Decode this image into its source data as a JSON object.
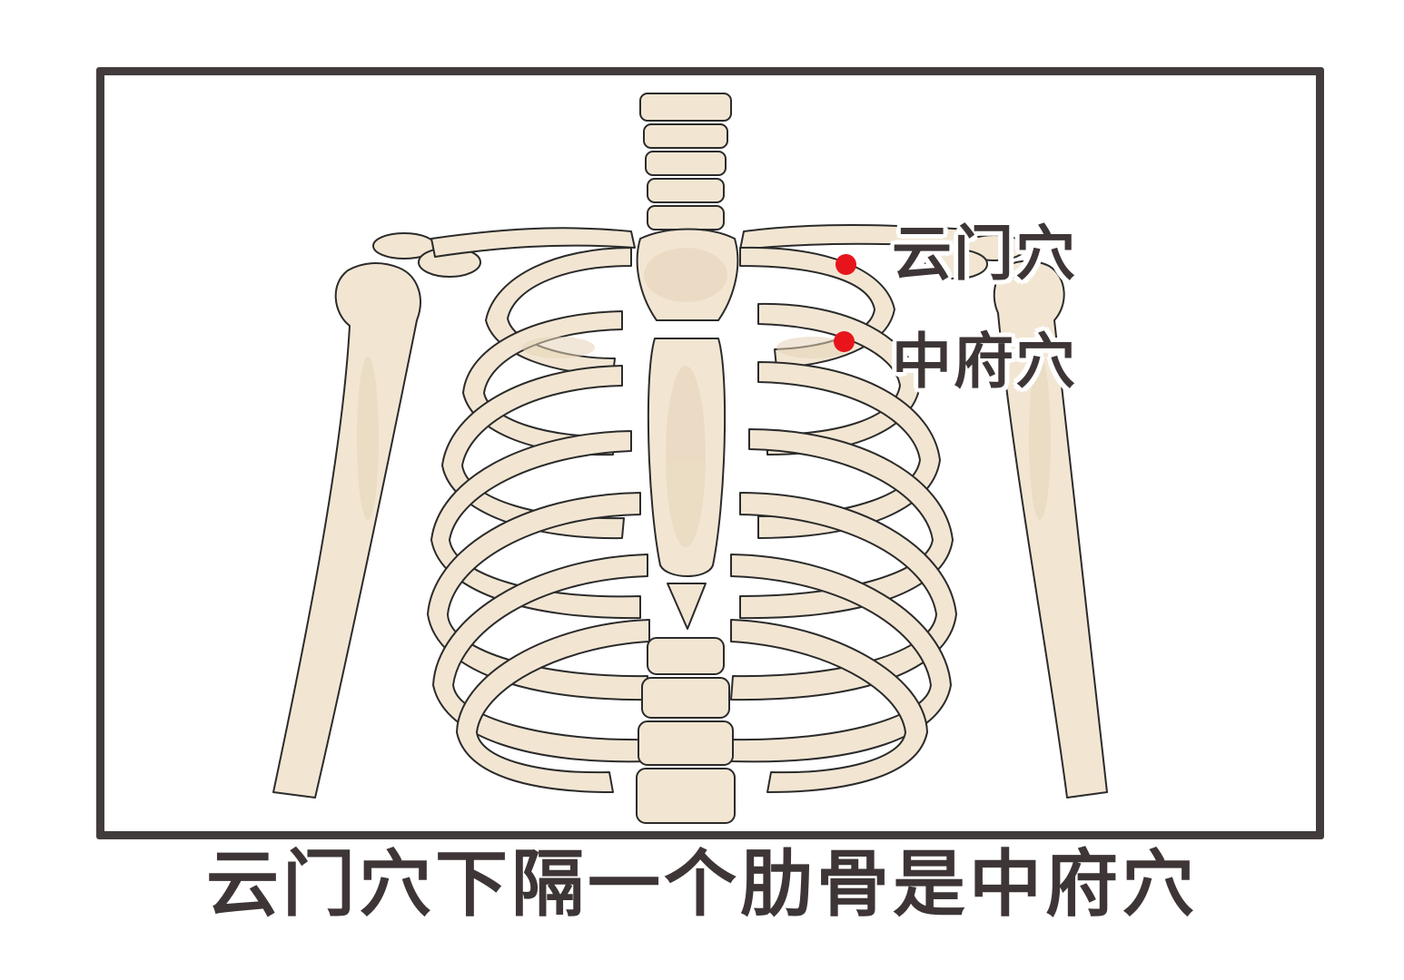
{
  "labels": {
    "yunmen": "云门穴",
    "zhongfu": "中府穴"
  },
  "caption": "云门穴下隔一个肋骨是中府穴",
  "colors": {
    "marker": "#e8141b",
    "bone_fill": "#f2e6d3",
    "bone_shade": "#e6d3b8",
    "outline": "#2b2b2b",
    "frame": "#433c3c",
    "text": "#3e3636"
  }
}
